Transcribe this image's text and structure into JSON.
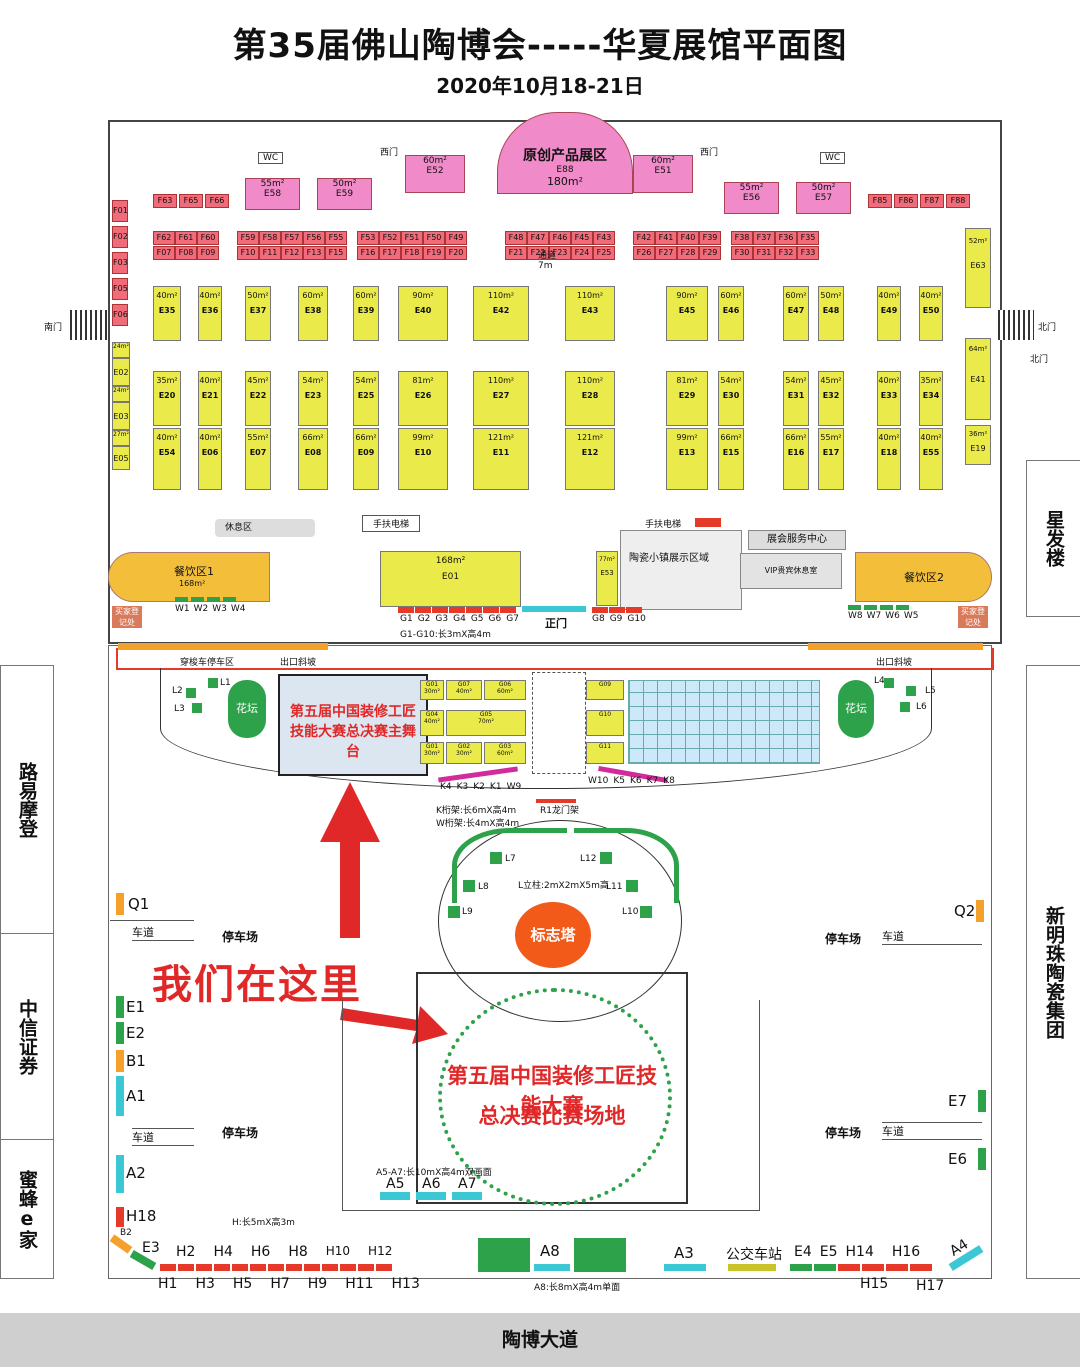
{
  "header": {
    "title": "第35届佛山陶博会-----华夏展馆平面图",
    "date": "2020年10月18-21日"
  },
  "hall": {
    "west_gate": "西门",
    "north_gate": "北门",
    "south_gate": "南门",
    "wc": "WC",
    "center_label": "原创产品展区",
    "center_booth": "E88",
    "center_area": "180m²",
    "pink_booths": [
      {
        "id": "E52",
        "area": "60m²"
      },
      {
        "id": "E51",
        "area": "60m²"
      }
    ],
    "north_booths": [
      {
        "id": "E58",
        "area": "55m²"
      },
      {
        "id": "E59",
        "area": "50m²"
      },
      {
        "id": "E56",
        "area": "55m²"
      },
      {
        "id": "E57",
        "area": "50m²"
      }
    ],
    "west_column": [
      "F01",
      "F02",
      "F03",
      "F05",
      "F06"
    ],
    "west_column_lower": [
      "E02",
      "E03",
      "E05"
    ],
    "f_top_left": [
      "F63",
      "F65",
      "F66"
    ],
    "f_top_right": [
      "F85",
      "F86",
      "F87",
      "F88"
    ],
    "f_row1": [
      "F62",
      "F61",
      "F60",
      "F59",
      "F58",
      "F57",
      "F56",
      "F55",
      "F53",
      "F52",
      "F51",
      "F50",
      "F49",
      "F48",
      "F47",
      "F46",
      "F45",
      "F43",
      "F42",
      "F41",
      "F40",
      "F39",
      "F38",
      "F37",
      "F36",
      "F35"
    ],
    "f_row2": [
      "F07",
      "F08",
      "F09",
      "F10",
      "F11",
      "F12",
      "F13",
      "F15",
      "F16",
      "F17",
      "F18",
      "F19",
      "F20",
      "F21",
      "F22",
      "F23",
      "F24",
      "F25",
      "F26",
      "F27",
      "F28",
      "F29",
      "F30",
      "F31",
      "F32",
      "F33"
    ],
    "e_row_top": [
      {
        "id": "E35",
        "area": "40m²"
      },
      {
        "id": "E36",
        "area": "40m²"
      },
      {
        "id": "E37",
        "area": "50m²"
      },
      {
        "id": "E38",
        "area": "60m²"
      },
      {
        "id": "E39",
        "area": "60m²"
      },
      {
        "id": "E40",
        "area": "90m²"
      },
      {
        "id": "E42",
        "area": "110m²"
      },
      {
        "id": "E43",
        "area": "110m²"
      },
      {
        "id": "E45",
        "area": "90m²"
      },
      {
        "id": "E46",
        "area": "60m²"
      },
      {
        "id": "E47",
        "area": "60m²"
      },
      {
        "id": "E48",
        "area": "50m²"
      },
      {
        "id": "E49",
        "area": "40m²"
      },
      {
        "id": "E50",
        "area": "40m²"
      }
    ],
    "e_row_mid": [
      {
        "id": "E20",
        "area": "35m²"
      },
      {
        "id": "E21",
        "area": "40m²"
      },
      {
        "id": "E22",
        "area": "45m²"
      },
      {
        "id": "E23",
        "area": "54m²"
      },
      {
        "id": "E25",
        "area": "54m²"
      },
      {
        "id": "E26",
        "area": "81m²"
      },
      {
        "id": "E27",
        "area": "110m²"
      },
      {
        "id": "E28",
        "area": "110m²"
      },
      {
        "id": "E29",
        "area": "81m²"
      },
      {
        "id": "E30",
        "area": "54m²"
      },
      {
        "id": "E31",
        "area": "54m²"
      },
      {
        "id": "E32",
        "area": "45m²"
      },
      {
        "id": "E33",
        "area": "40m²"
      },
      {
        "id": "E34",
        "area": "35m²"
      }
    ],
    "e_row_low": [
      {
        "id": "E54",
        "area": "40m²"
      },
      {
        "id": "E06",
        "area": "40m²"
      },
      {
        "id": "E07",
        "area": "55m²"
      },
      {
        "id": "E08",
        "area": "66m²"
      },
      {
        "id": "E09",
        "area": "66m²"
      },
      {
        "id": "E10",
        "area": "99m²"
      },
      {
        "id": "E11",
        "area": "121m²"
      },
      {
        "id": "E12",
        "area": "121m²"
      },
      {
        "id": "E13",
        "area": "99m²"
      },
      {
        "id": "E15",
        "area": "66m²"
      },
      {
        "id": "E16",
        "area": "66m²"
      },
      {
        "id": "E17",
        "area": "55m²"
      },
      {
        "id": "E18",
        "area": "40m²"
      },
      {
        "id": "E55",
        "area": "40m²"
      }
    ],
    "east_column": [
      {
        "id": "E63",
        "area": "52m²"
      },
      {
        "id": "E41",
        "area": "64m²"
      },
      {
        "id": "E19",
        "area": "36m²"
      }
    ],
    "west_small": [
      "24m²",
      "24m²",
      "27m²"
    ],
    "rest_area": "休息区",
    "escalator1": "手扶电梯",
    "escalator2": "手扶电梯",
    "e01": {
      "id": "E01",
      "area": "168m²"
    },
    "e53": {
      "id": "E53",
      "area": "77m²"
    },
    "ceramic_zone": "陶瓷小镇展示区域",
    "service_center": "展会服务中心",
    "vip": "VIP贵宾休息室",
    "dining1": {
      "label": "餐饮区1",
      "area": "168m²"
    },
    "dining2": "餐饮区2",
    "buyer_reg_left": "买家登记处",
    "buyer_reg_right": "买家登记处",
    "main_gate": "正门",
    "w_left": [
      "W1",
      "W2",
      "W3",
      "W4"
    ],
    "w_right": [
      "W8",
      "W7",
      "W6",
      "W5"
    ],
    "g_left": [
      "G1",
      "G2",
      "G3",
      "G4",
      "G5",
      "G6",
      "G7"
    ],
    "g_right": [
      "G8",
      "G9",
      "G10"
    ],
    "g_note": "G1-G10:长3mX高4m",
    "north_side_note": "北门"
  },
  "outdoor": {
    "shuttle": "穿梭车停车区",
    "exit_ramp_left": "出口斜坡",
    "exit_ramp_right": "出口斜坡",
    "stage_label": "第五届中国装修工匠技能大赛总决赛主舞台",
    "flower_left": "花坛",
    "flower_right": "花坛",
    "l_left": [
      "L1",
      "L2",
      "L3"
    ],
    "l_right": [
      "L4",
      "L5",
      "L6"
    ],
    "k_left": [
      "K4",
      "K3",
      "K2",
      "K1",
      "W9"
    ],
    "k_right": [
      "W10",
      "K5",
      "K6",
      "K7",
      "K8"
    ],
    "k_note": "K桁架:长6mX高4m",
    "w_note": "W桁架:长4mX高4m",
    "r_gate": "R1龙门架",
    "g_booths_left": [
      "G01",
      "G02",
      "G03",
      "G04",
      "G05",
      "G06",
      "G07"
    ],
    "g_booths_right": [
      "G09",
      "G10",
      "G11"
    ],
    "g_area": [
      "30m²",
      "30m²",
      "60m²",
      "40m²",
      "70m²",
      "60m²",
      "40m²"
    ],
    "ring_l": [
      "L7",
      "L8",
      "L9",
      "L12",
      "L11",
      "L10"
    ],
    "l_note": "L立柱:2mX2mX5m高",
    "tower": "标志塔",
    "we_are_here": "我们在这里",
    "venue_label_1": "第五届中国装修工匠技能大赛",
    "venue_label_2": "总决赛比赛场地",
    "parking": "停车场",
    "lane": "车道",
    "left_signs": [
      "Q1",
      "E1",
      "E2",
      "B1",
      "A1",
      "A2",
      "H18"
    ],
    "right_signs": [
      "Q2",
      "E7",
      "E6"
    ],
    "a_note": "A5-A7:长10mX高4m双画面",
    "a_front": [
      "A5",
      "A6",
      "A7"
    ],
    "h_note": "H:长5mX高3m",
    "bottom_top": [
      "B2",
      "E3",
      "H2",
      "H4",
      "H6",
      "H8",
      "H10",
      "H12"
    ],
    "bottom_bottom": [
      "H1",
      "H3",
      "H5",
      "H7",
      "H9",
      "H11",
      "H13"
    ],
    "a8": "A8",
    "a8_note": "A8:长8mX高4m单面",
    "a3": "A3",
    "bus": "公交车站",
    "right_bottom_top": [
      "E4",
      "E5",
      "H14",
      "H16",
      "A4"
    ],
    "right_bottom_bottom": [
      "H15",
      "H17"
    ]
  },
  "surroundings": {
    "xingfa": "星发楼",
    "luyimodeng": "路易摩登",
    "zhongxin": "中信证券",
    "mifeng": "蜜蜂e家",
    "xinmingzhu": "新明珠陶瓷集团",
    "road": "陶博大道"
  },
  "colors": {
    "red_booth": "#f26b7b",
    "yellow_booth": "#eaea4a",
    "pink_zone": "#f08ac8",
    "arrow_red": "#e02828",
    "green_marker": "#2ea24a",
    "tower": "#f25a1a"
  }
}
